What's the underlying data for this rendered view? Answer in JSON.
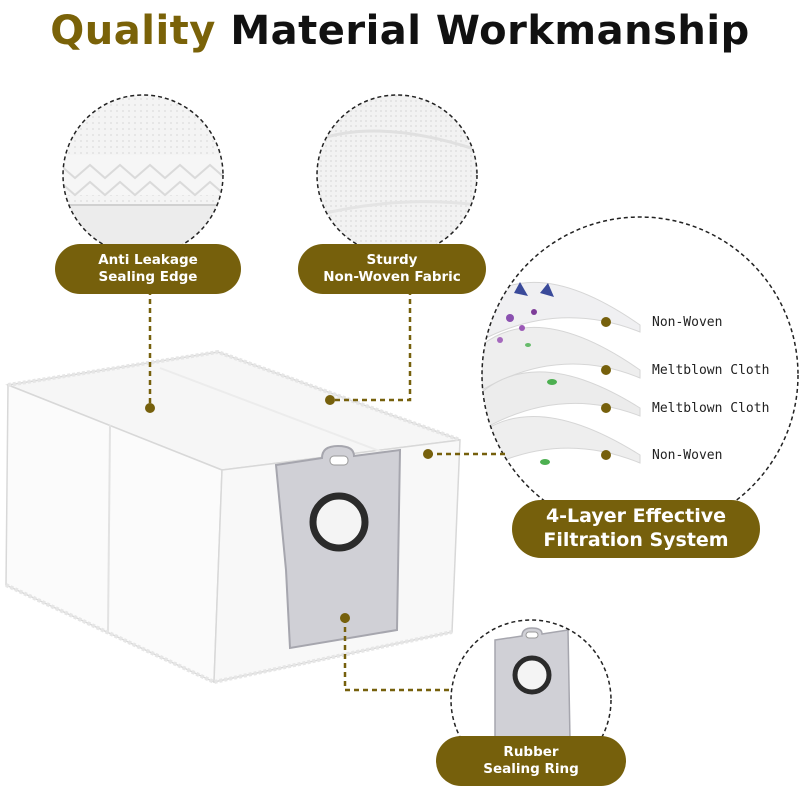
{
  "title": {
    "accent": "Quality",
    "rest": "Material Workmanship"
  },
  "callouts": {
    "anti_leakage": {
      "line1": "Anti Leakage",
      "line2": "Sealing Edge"
    },
    "sturdy": {
      "line1": "Sturdy",
      "line2": "Non-Woven Fabric"
    },
    "filtration": {
      "line1": "4-Layer Effective",
      "line2": "Filtration System"
    },
    "rubber": {
      "line1": "Rubber",
      "line2": "Sealing Ring"
    }
  },
  "layers": [
    "Non-Woven",
    "Meltblown Cloth",
    "Meltblown Cloth",
    "Non-Woven"
  ],
  "colors": {
    "accent": "#76600c",
    "title_accent": "#7a6208",
    "text": "#111111",
    "plate": "#d0d0d6",
    "ring": "#2b2b2b"
  }
}
